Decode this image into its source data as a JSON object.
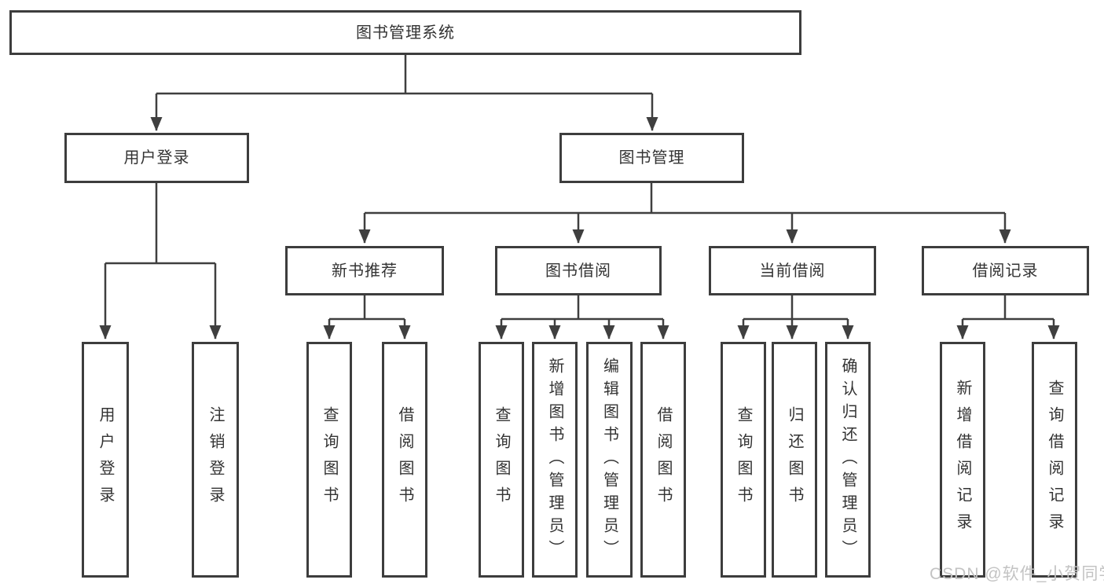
{
  "tree": {
    "label": "图书管理系统",
    "children": [
      {
        "label": "用户登录",
        "children": [
          {
            "label": "用户登录"
          },
          {
            "label": "注销登录"
          }
        ]
      },
      {
        "label": "图书管理",
        "children": [
          {
            "label": "新书推荐",
            "children": [
              {
                "label": "查询图书"
              },
              {
                "label": "借阅图书"
              }
            ]
          },
          {
            "label": "图书借阅",
            "children": [
              {
                "label": "查询图书"
              },
              {
                "label": "新增图书（管理员）"
              },
              {
                "label": "编辑图书（管理员）"
              },
              {
                "label": "借阅图书"
              }
            ]
          },
          {
            "label": "当前借阅",
            "children": [
              {
                "label": "查询图书"
              },
              {
                "label": "归还图书"
              },
              {
                "label": "确认归还（管理员）"
              }
            ]
          },
          {
            "label": "借阅记录",
            "children": [
              {
                "label": "新增借阅记录"
              },
              {
                "label": "查询借阅记录"
              }
            ]
          }
        ]
      }
    ]
  },
  "watermark": "CSDN @软件_小贺同学",
  "colors": {
    "line": "#3f3f3f",
    "box_border": "#3d3d3d",
    "text": "#333333",
    "watermark": "#c3c3c3",
    "background": "#ffffff"
  }
}
